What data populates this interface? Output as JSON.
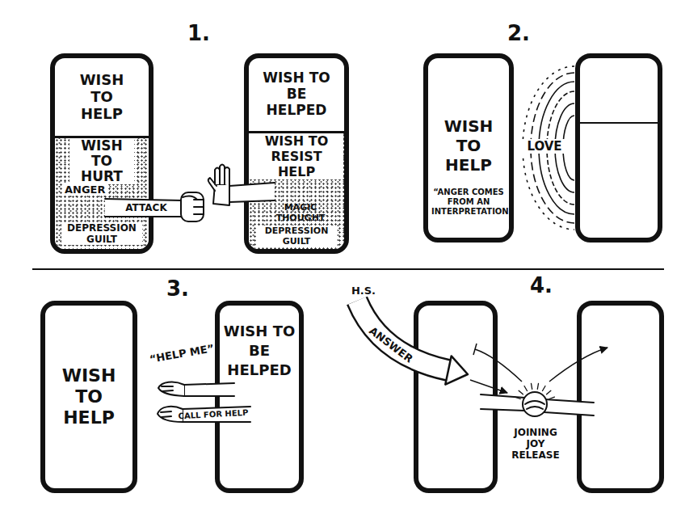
{
  "diagram": {
    "nodes": [
      {
        "text": [
          "WISH TO HELP"
        ]
      },
      {
        "text": [
          "WISH TO HURT",
          "ANGER",
          "DEPRESSION GUILT"
        ],
        "in": 0
      },
      {
        "text": [
          "WISH TO BE HELPED"
        ]
      },
      {
        "text": [
          "WISH TO RESIST HELP",
          "DEPRESSION GUILT"
        ],
        "in": 2
      },
      {
        "text": [
          "WISH TO HELP",
          "“ANGER COMES FROM AN INTERPRETATION”"
        ]
      },
      {
        "text": [
          "WISH TO HELP"
        ]
      },
      {
        "text": [
          "WISH TO BE HELPED"
        ]
      }
    ],
    "labels": [
      "1.",
      "ATTACK",
      "MAGIC THOUGHT",
      "2.",
      "LOVE",
      "3.",
      "“HELP ME”",
      "CALL FOR HELP",
      "4.",
      "H.S.",
      "ANSWER",
      "JOINING JOY RELEASE"
    ]
  }
}
